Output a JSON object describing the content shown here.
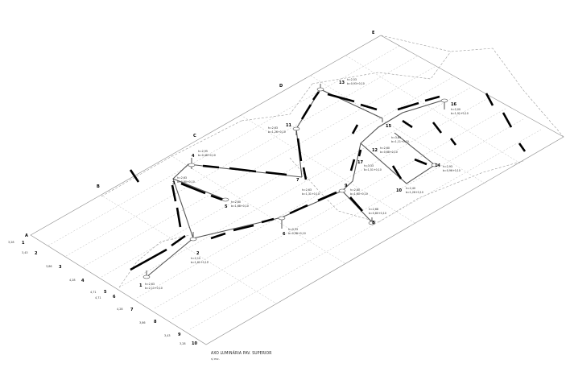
{
  "diagram": {
    "title": "AXO LUMINÁRIA PAV. SUPERIOR",
    "subtitle": "s/ esc.",
    "letters": [
      "A",
      "B",
      "C",
      "D",
      "E"
    ],
    "grid_rows": [
      {
        "label": "1",
        "level": "3,28"
      },
      {
        "label": "2",
        "level": "3,43"
      },
      {
        "label": "3",
        "level": "3,86"
      },
      {
        "label": "4",
        "level": "4,28"
      },
      {
        "label": "5",
        "level": "4,71"
      },
      {
        "label": "6",
        "level": "4,71"
      },
      {
        "label": "7",
        "level": "4,28"
      },
      {
        "label": "8",
        "level": "3,86"
      },
      {
        "label": "9",
        "level": "3,43"
      },
      {
        "label": "10",
        "level": "3,28"
      }
    ],
    "points": [
      {
        "id": "1",
        "h": "h=2,63",
        "b": "b=2,11+0,10"
      },
      {
        "id": "2",
        "h": "h=2,10",
        "b": "b=1,61+0,10"
      },
      {
        "id": "3",
        "h": "h=2,63",
        "b": "b=0,80+0,10"
      },
      {
        "id": "4",
        "h": "h=2,95",
        "b": "b=0,48+0,10"
      },
      {
        "id": "5",
        "h": "h=2,60",
        "b": "b=1,68+0,10"
      },
      {
        "id": "6",
        "h": "h=3,33",
        "b": "b=0,98+0,10"
      },
      {
        "id": "7",
        "h": "h=2,63",
        "b": "b=1,31+0,10"
      },
      {
        "id": "8",
        "h": "h=2,68",
        "b": "b=0,80+0,10"
      },
      {
        "id": "9",
        "h": "h=2,80",
        "b": "b=1,60+0,10"
      },
      {
        "id": "10",
        "h": "h=2,40",
        "b": "b=1,26+0,10"
      },
      {
        "id": "11",
        "h": "h=2,63",
        "b": "b=1,26+0,10"
      },
      {
        "id": "12",
        "h": "h=2,60",
        "b": "b=0,68+0,10"
      },
      {
        "id": "13",
        "h": "h=2,53",
        "b": "b=0,93+0,10"
      },
      {
        "id": "14",
        "h": "h=2,93",
        "b": "b=0,96+0,10"
      },
      {
        "id": "15",
        "h": "h=3,63",
        "b": "b=1,11+0,10"
      },
      {
        "id": "16",
        "h": "h=2,00",
        "b": "b=1,91+0,10"
      },
      {
        "id": "17",
        "h": "h=3,33",
        "b": "b=1,51+0,10"
      }
    ]
  }
}
